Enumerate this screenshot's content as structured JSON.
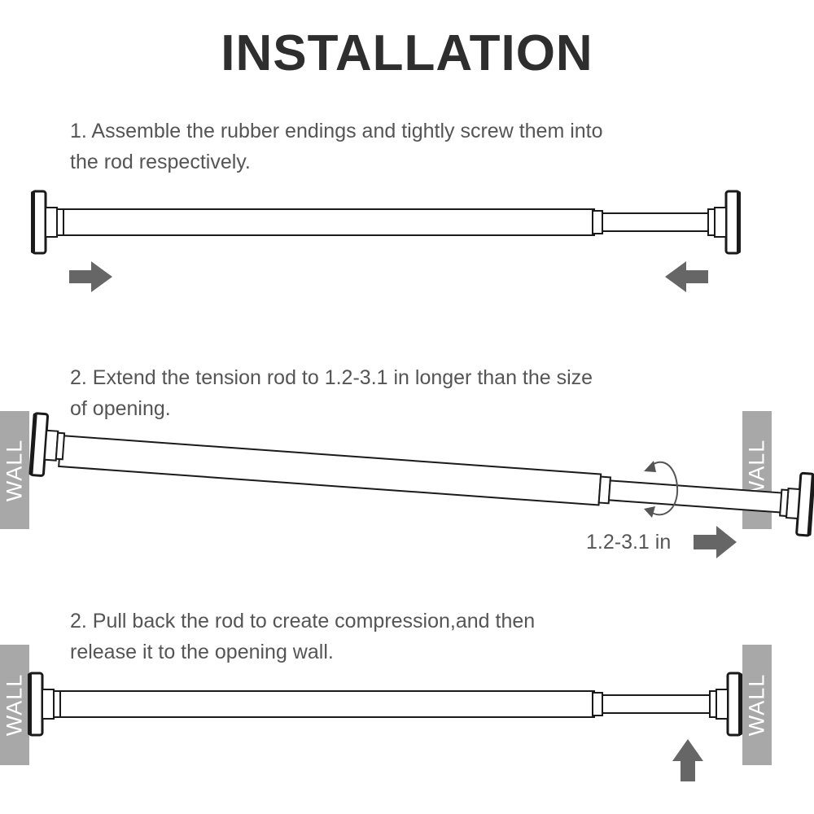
{
  "title": "INSTALLATION",
  "steps": [
    {
      "lines": [
        "1. Assemble the rubber endings and tightly screw them into",
        "the rod respectively."
      ]
    },
    {
      "lines": [
        "2. Extend the tension rod to 1.2-3.1 in longer than the size",
        "of opening."
      ]
    },
    {
      "lines": [
        "2. Pull back the rod to create compression,and then",
        "release it to the opening wall."
      ]
    }
  ],
  "wall_label": "WALL",
  "extension_label": "1.2-3.1 in",
  "colors": {
    "text": "#555555",
    "title": "#2e2e2e",
    "wall": "#a8a8a8",
    "arrow": "#666666",
    "outline": "#1a1a1a"
  }
}
